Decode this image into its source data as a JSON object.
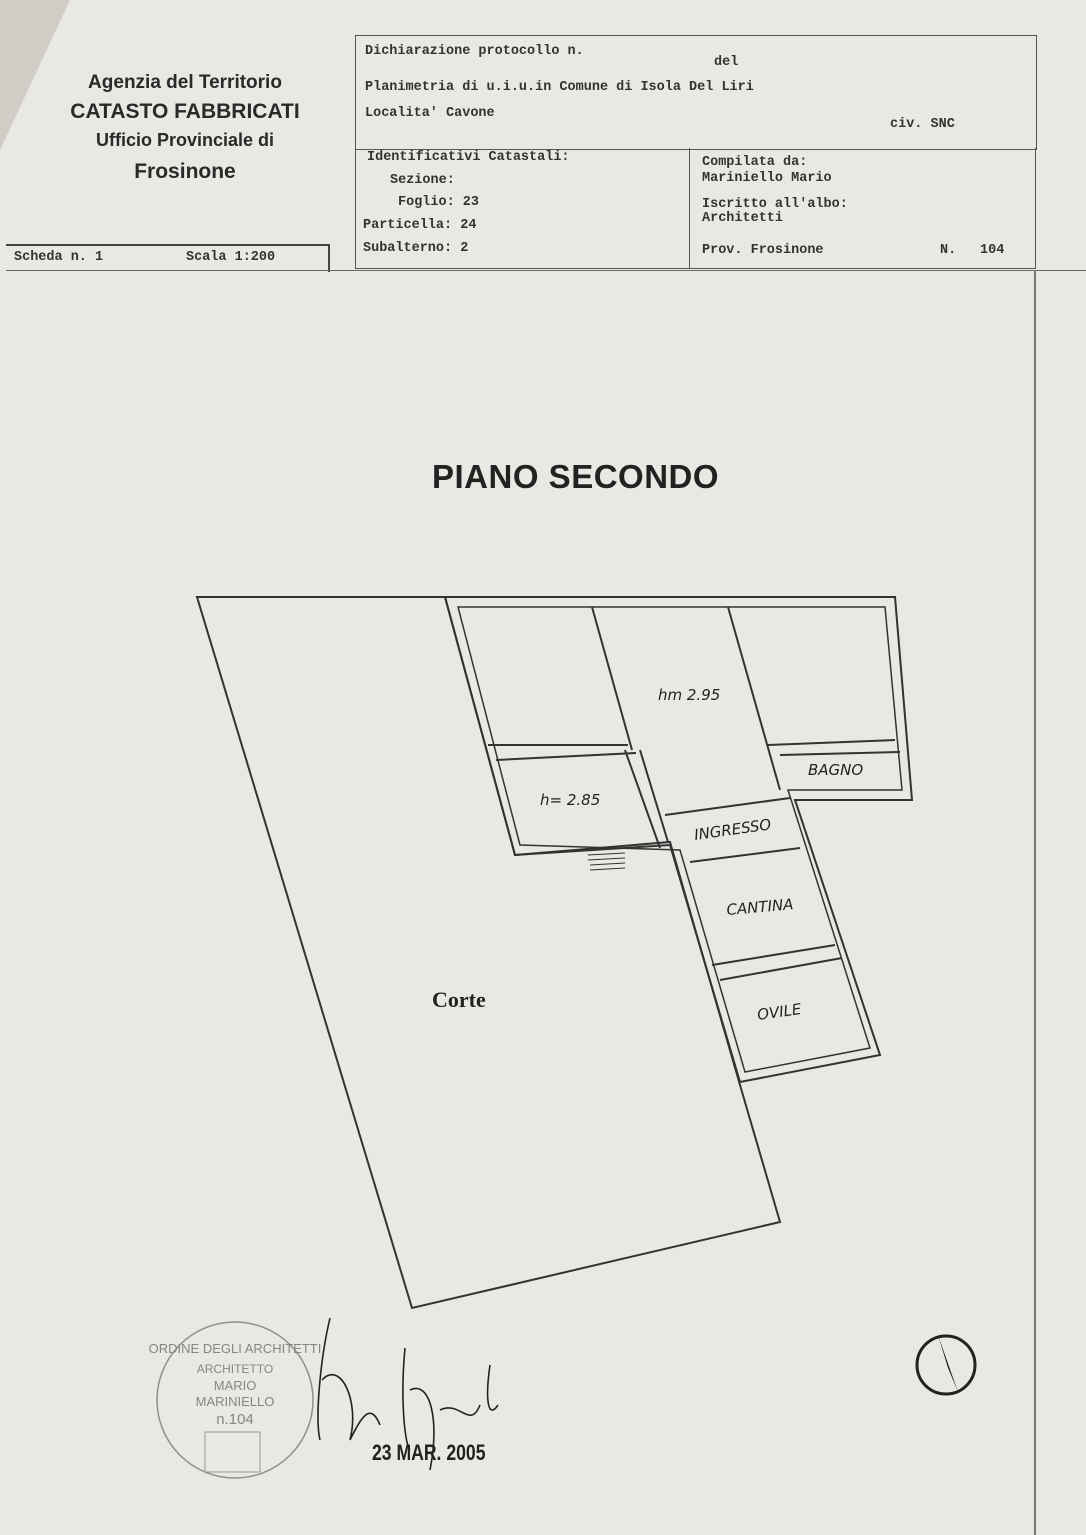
{
  "agency": {
    "line1": "Agenzia del Territorio",
    "line2": "CATASTO FABBRICATI",
    "line3": "Ufficio Provinciale di",
    "line4": "Frosinone"
  },
  "sheet": {
    "scheda": "Scheda n. 1",
    "scala": "Scala 1:200"
  },
  "header": {
    "dichiarazione": "Dichiarazione protocollo n.",
    "del": "del",
    "planimetria": "Planimetria di u.i.u.in Comune di Isola Del Liri",
    "localita": "Localita' Cavone",
    "civico": "civ. SNC"
  },
  "identificativi": {
    "title": "Identificativi Catastali:",
    "sezione": "Sezione:",
    "foglio": "Foglio: 23",
    "particella": "Particella: 24",
    "subalterno": "Subalterno: 2"
  },
  "compilata": {
    "label": "Compilata da:",
    "name": "Mariniello Mario",
    "albo_label": "Iscritto all'albo:",
    "albo": "Architetti",
    "prov": "Prov. Frosinone",
    "n_label": "N.",
    "n_value": "104"
  },
  "plan": {
    "title": "PIANO SECONDO",
    "rooms": {
      "hm": "hm 2.95",
      "h": "h= 2.85",
      "bagno": "BAGNO",
      "ingresso": "INGRESSO",
      "cantina": "CANTINA",
      "ovile": "OVILE",
      "corte": "Corte"
    }
  },
  "stamp": {
    "ring": "ORDINE DEGLI ARCHITETTI",
    "title": "ARCHITETTO",
    "first": "MARIO",
    "last": "MARINIELLO",
    "number": "n.104"
  },
  "signature": "Mario Mariniello",
  "date": "23 MAR. 2005"
}
